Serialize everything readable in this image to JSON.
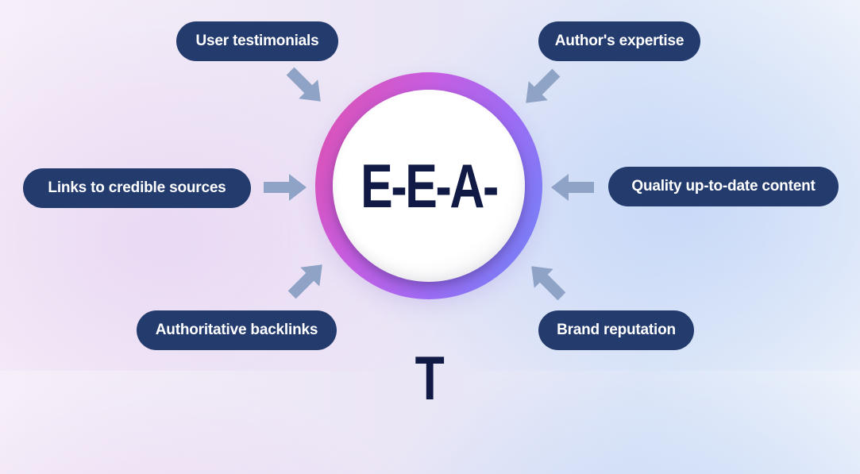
{
  "center": {
    "label": "E-E-A-T"
  },
  "factors": {
    "user_testimonials": "User testimonials",
    "authors_expertise": "Author's expertise",
    "links_to_credible_sources": "Links to credible sources",
    "quality_content": "Quality up-to-date content",
    "authoritative_backlinks": "Authoritative backlinks",
    "brand_reputation": "Brand reputation"
  },
  "colors": {
    "pill_bg": "#243b6e",
    "pill_text": "#ffffff",
    "arrow": "#8fa3c7",
    "ring_start": "#e04fa8",
    "ring_end": "#6b86f7",
    "center_text": "#101a45"
  }
}
